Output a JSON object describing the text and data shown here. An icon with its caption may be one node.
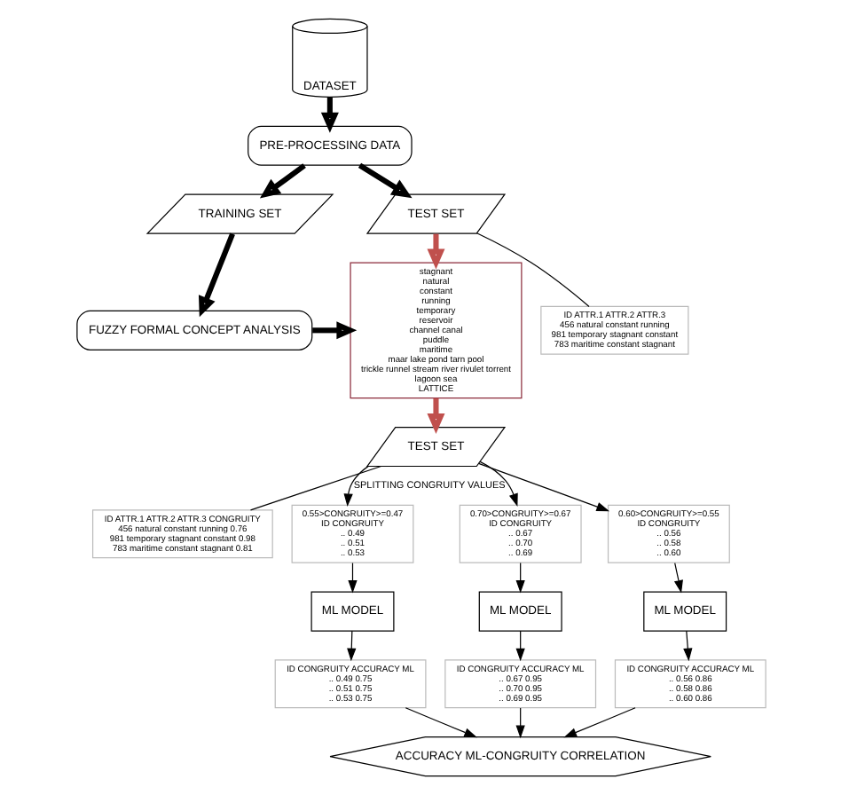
{
  "diagram": {
    "nodes": [
      {
        "text": [
          "FUZZY FORMAL CONCEPT ANALYSIS"
        ]
      },
      {
        "text": [
          "TRAINING SET"
        ]
      },
      {
        "text": [
          "PRE-PROCESSING DATA"
        ]
      },
      {
        "text": [
          "DATASET"
        ]
      },
      {
        "text": [
          "TEST SET"
        ]
      },
      {
        "text": [
          "ID ATTR.1 ATTR.2 ATTR.3",
          "456 natural constant running",
          "981 temporary stagnant constant",
          "783 maritime constant stagnant"
        ]
      },
      {
        "text": [
          "stagnant",
          "natural",
          "constant",
          "running",
          "temporary",
          "reservoir",
          "channel canal",
          "puddle",
          "maritime",
          "maar lake pond tarn pool",
          "trickle runnel stream river rivulet torrent",
          "lagoon sea",
          "LATTICE"
        ]
      },
      {
        "text": [
          "ID ATTR.1 ATTR.2 ATTR.3 CONGRUITY",
          "456 natural constant running 0.76",
          "981 temporary stagnant constant 0.98",
          "783 maritime constant stagnant 0.81"
        ]
      },
      {
        "text": [
          "TEST SET"
        ]
      },
      {
        "text": [
          "0.55>CONGRUITY>=0.47",
          "ID CONGRUITY",
          ".. 0.49",
          ".. 0.51",
          ".. 0.53"
        ]
      },
      {
        "text": [
          "0.70>CONGRUITY>=0.67",
          "ID CONGRUITY",
          ".. 0.67",
          ".. 0.70",
          ".. 0.69"
        ]
      },
      {
        "text": [
          "0.60>CONGRUITY>=0.55",
          "ID CONGRUITY",
          ".. 0.56",
          ".. 0.58",
          ".. 0.60"
        ]
      },
      {
        "text": [
          "ML MODEL"
        ]
      },
      {
        "text": [
          "ML MODEL"
        ]
      },
      {
        "text": [
          "ML MODEL"
        ]
      },
      {
        "text": [
          "ID CONGRUITY ACCURACY ML",
          ".. 0.49 0.75",
          ".. 0.51 0.75",
          ".. 0.53 0.75"
        ]
      },
      {
        "text": [
          "ID CONGRUITY ACCURACY ML",
          ".. 0.67 0.95",
          ".. 0.70 0.95",
          ".. 0.69 0.95"
        ]
      },
      {
        "text": [
          "ID CONGRUITY ACCURACY ML",
          ".. 0.56 0.86",
          ".. 0.58 0.86",
          ".. 0.60 0.86"
        ]
      },
      {
        "text": [
          "ACCURACY ML-CONGRUITY CORRELATION"
        ]
      }
    ],
    "edges": [
      {
        "from": 3,
        "to": 2,
        "arrow": "to",
        "style": "thick"
      },
      {
        "from": 2,
        "to": 1,
        "arrow": "to",
        "style": "thick"
      },
      {
        "from": 1,
        "to": 0,
        "arrow": "to",
        "style": "thick"
      },
      {
        "from": 0,
        "to": 6,
        "arrow": "to",
        "style": "thick"
      },
      {
        "from": 2,
        "to": 4,
        "arrow": "to",
        "style": "thick"
      },
      {
        "from": 4,
        "to": 5,
        "arrow": "none"
      },
      {
        "from": 4,
        "to": 6,
        "arrow": "to",
        "style": "thick",
        "color": "#c0504d"
      },
      {
        "from": 6,
        "to": 8,
        "arrow": "to",
        "style": "thick",
        "color": "#c0504d"
      },
      {
        "from": 8,
        "to": 7,
        "arrow": "none"
      },
      {
        "from": 8,
        "to": 9,
        "arrow": "to",
        "label": "SPLITTING CONGRUITY VALUES"
      },
      {
        "from": 8,
        "to": 10,
        "arrow": "to"
      },
      {
        "from": 8,
        "to": 11,
        "arrow": "to"
      },
      {
        "from": 9,
        "to": 12,
        "arrow": "to"
      },
      {
        "from": 10,
        "to": 13,
        "arrow": "to"
      },
      {
        "from": 11,
        "to": 14,
        "arrow": "to"
      },
      {
        "from": 12,
        "to": 15,
        "arrow": "to"
      },
      {
        "from": 13,
        "to": 16,
        "arrow": "to"
      },
      {
        "from": 14,
        "to": 17,
        "arrow": "to"
      },
      {
        "from": 15,
        "to": 18,
        "arrow": "to"
      },
      {
        "from": 16,
        "to": 18,
        "arrow": "to"
      },
      {
        "from": 17,
        "to": 18,
        "arrow": "to"
      }
    ]
  }
}
